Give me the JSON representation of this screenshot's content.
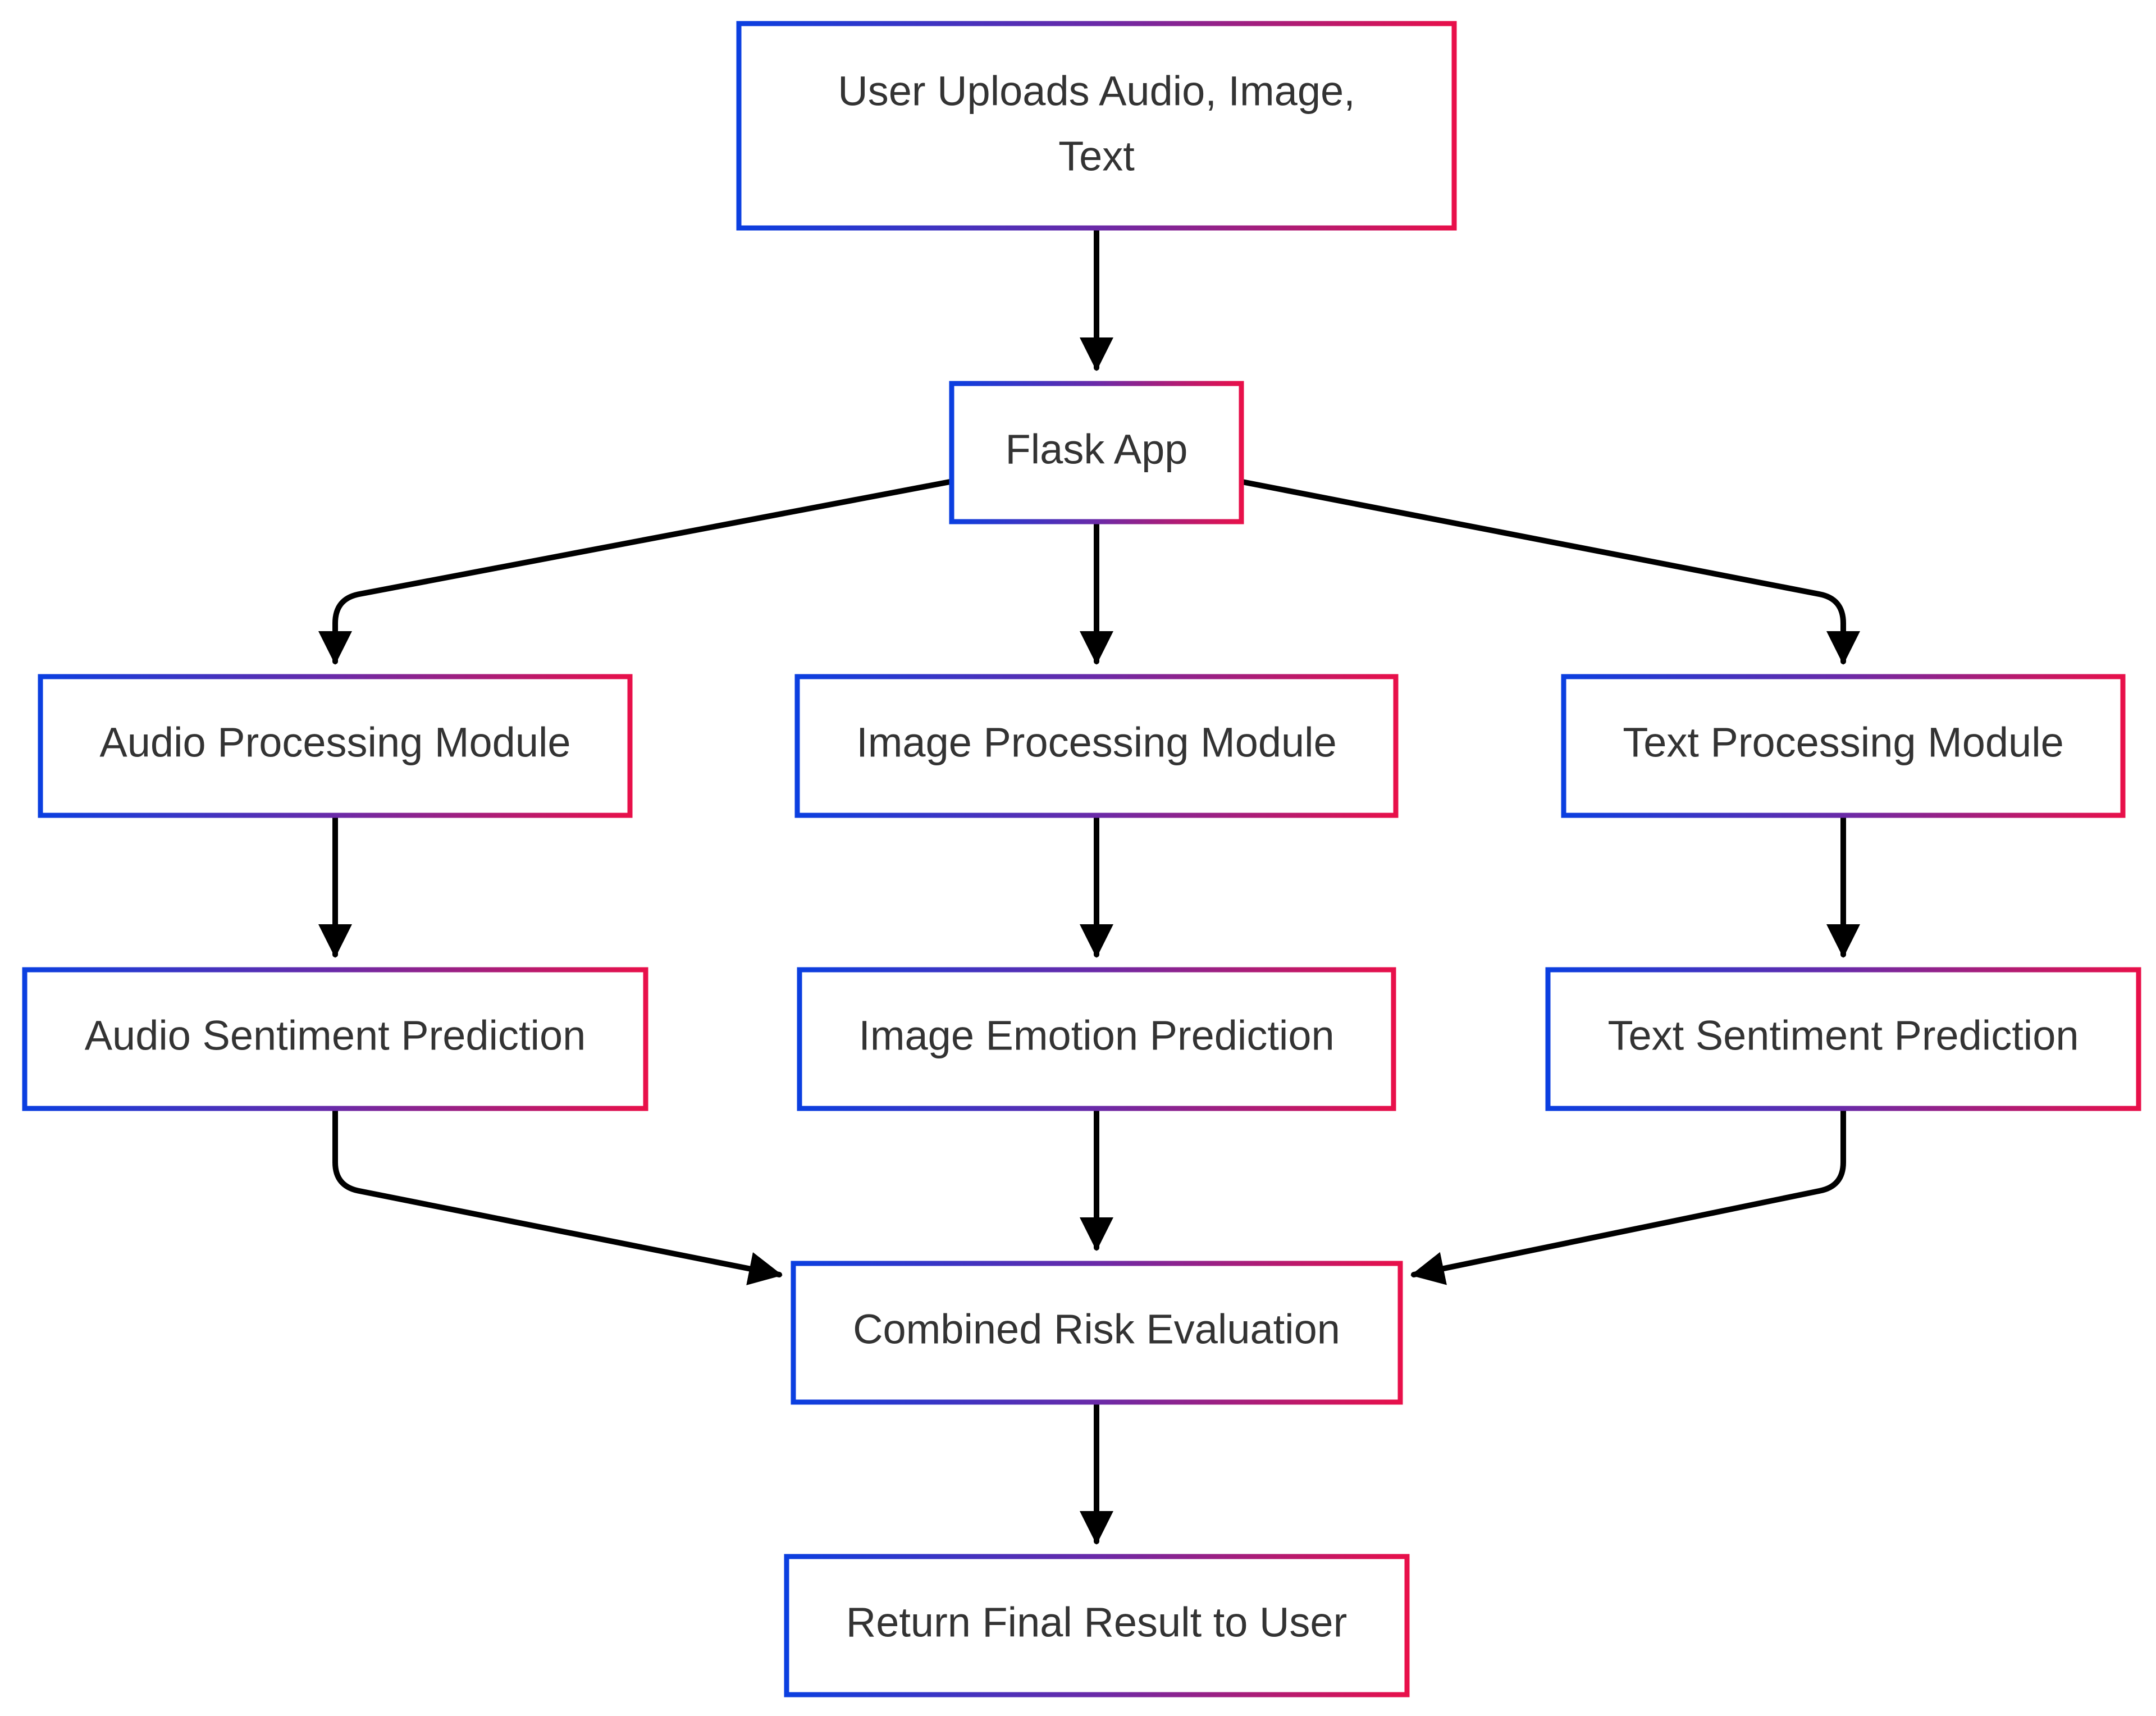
{
  "theme": {
    "gradient_start": "#0b3fe0",
    "gradient_end": "#e8104a",
    "text_color": "#333333",
    "edge_color": "#000000",
    "background": "#ffffff"
  },
  "nodes": {
    "upload": {
      "line1": "User Uploads Audio, Image,",
      "line2": "Text"
    },
    "flask": {
      "label": "Flask App"
    },
    "audio_module": {
      "label": "Audio Processing Module"
    },
    "image_module": {
      "label": "Image Processing Module"
    },
    "text_module": {
      "label": "Text Processing Module"
    },
    "audio_prediction": {
      "label": "Audio Sentiment Prediction"
    },
    "image_prediction": {
      "label": "Image Emotion Prediction"
    },
    "text_prediction": {
      "label": "Text Sentiment Prediction"
    },
    "combined": {
      "label": "Combined Risk Evaluation"
    },
    "result": {
      "label": "Return Final Result to User"
    }
  },
  "edges": [
    {
      "from": "upload",
      "to": "flask"
    },
    {
      "from": "flask",
      "to": "audio_module"
    },
    {
      "from": "flask",
      "to": "image_module"
    },
    {
      "from": "flask",
      "to": "text_module"
    },
    {
      "from": "audio_module",
      "to": "audio_prediction"
    },
    {
      "from": "image_module",
      "to": "image_prediction"
    },
    {
      "from": "text_module",
      "to": "text_prediction"
    },
    {
      "from": "audio_prediction",
      "to": "combined"
    },
    {
      "from": "image_prediction",
      "to": "combined"
    },
    {
      "from": "text_prediction",
      "to": "combined"
    },
    {
      "from": "combined",
      "to": "result"
    }
  ]
}
